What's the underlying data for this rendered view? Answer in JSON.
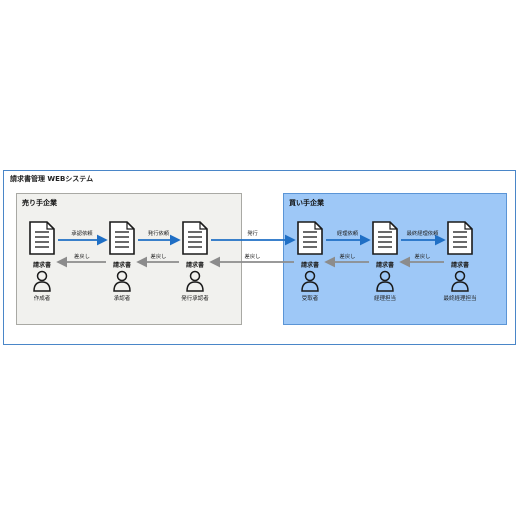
{
  "system": {
    "title": "請求書管理 WEBシステム",
    "seller_label": "売り手企業",
    "buyer_label": "買い手企業"
  },
  "nodes": [
    {
      "doc": "請求書",
      "role": "作成者"
    },
    {
      "doc": "請求書",
      "role": "承認者"
    },
    {
      "doc": "請求書",
      "role": "発行承認者"
    },
    {
      "doc": "請求書",
      "role": "受取者"
    },
    {
      "doc": "請求書",
      "role": "経理担当"
    },
    {
      "doc": "請求書",
      "role": "最終経理担当"
    }
  ],
  "forward_labels": [
    "承認依頼",
    "発行依頼",
    "発行",
    "経理依頼",
    "最終経理依頼"
  ],
  "back_labels": [
    "差戻し",
    "差戻し",
    "差戻し",
    "差戻し",
    "差戻し"
  ],
  "colors": {
    "forward_arrow": "#1f6fc5",
    "back_arrow": "#8c8c8c",
    "frame": "#4a86c8",
    "seller_fill": "#f1f1ee",
    "buyer_fill": "#9ec8f7",
    "icon": "#1a1a1a"
  },
  "icons": {
    "document": "document-icon",
    "person": "person-icon"
  }
}
